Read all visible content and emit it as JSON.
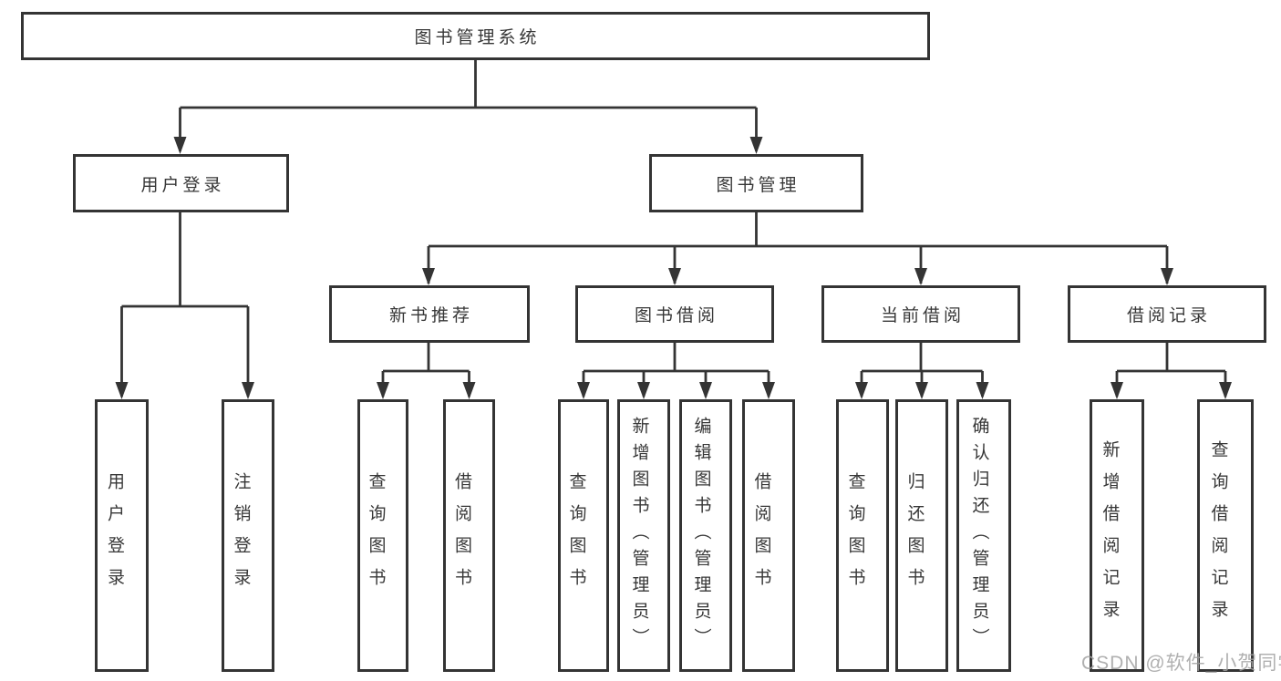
{
  "diagram": {
    "root": {
      "label": "图书管理系统"
    },
    "branches": [
      {
        "label": "用户登录",
        "children": [
          {
            "label": "用户登录"
          },
          {
            "label": "注销登录"
          }
        ]
      },
      {
        "label": "图书管理",
        "children": [
          {
            "label": "新书推荐",
            "children": [
              {
                "label": "查询图书"
              },
              {
                "label": "借阅图书"
              }
            ]
          },
          {
            "label": "图书借阅",
            "children": [
              {
                "label": "查询图书"
              },
              {
                "label": "新增图书（管理员）"
              },
              {
                "label": "编辑图书（管理员）"
              },
              {
                "label": "借阅图书"
              }
            ]
          },
          {
            "label": "当前借阅",
            "children": [
              {
                "label": "查询图书"
              },
              {
                "label": "归还图书"
              },
              {
                "label": "确认归还（管理员）"
              }
            ]
          },
          {
            "label": "借阅记录",
            "children": [
              {
                "label": "新增借阅记录"
              },
              {
                "label": "查询借阅记录"
              }
            ]
          }
        ]
      }
    ]
  },
  "watermark": {
    "text": "CSDN @软件_小贺同学",
    "color": "#a3a3a3"
  },
  "colors": {
    "line": "#343434",
    "border": "#343434",
    "text": "#373737",
    "background": "#ffffff"
  }
}
